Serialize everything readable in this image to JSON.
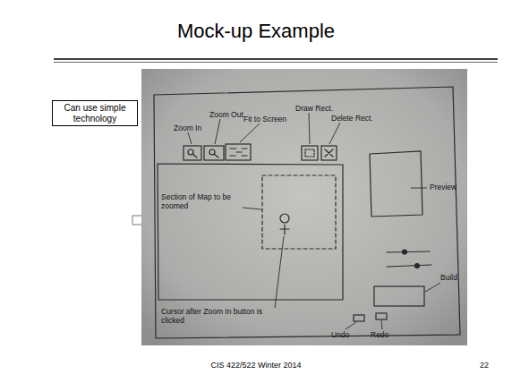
{
  "diagram": {
    "title": "Mock-up Example",
    "nodes": [
      {
        "text": [
          "Can use simple technology"
        ]
      }
    ],
    "labels": [
      "Zoom In",
      "Zoom Out",
      "Fit to Screen",
      "Draw Rect.",
      "Delete Rect.",
      "Preview",
      "Section of Map to be zoomed",
      "Build",
      "Cursor after Zoom In button is clicked",
      "Undo",
      "Redo",
      "CIS 422/522 Winter 2014",
      "22"
    ]
  }
}
